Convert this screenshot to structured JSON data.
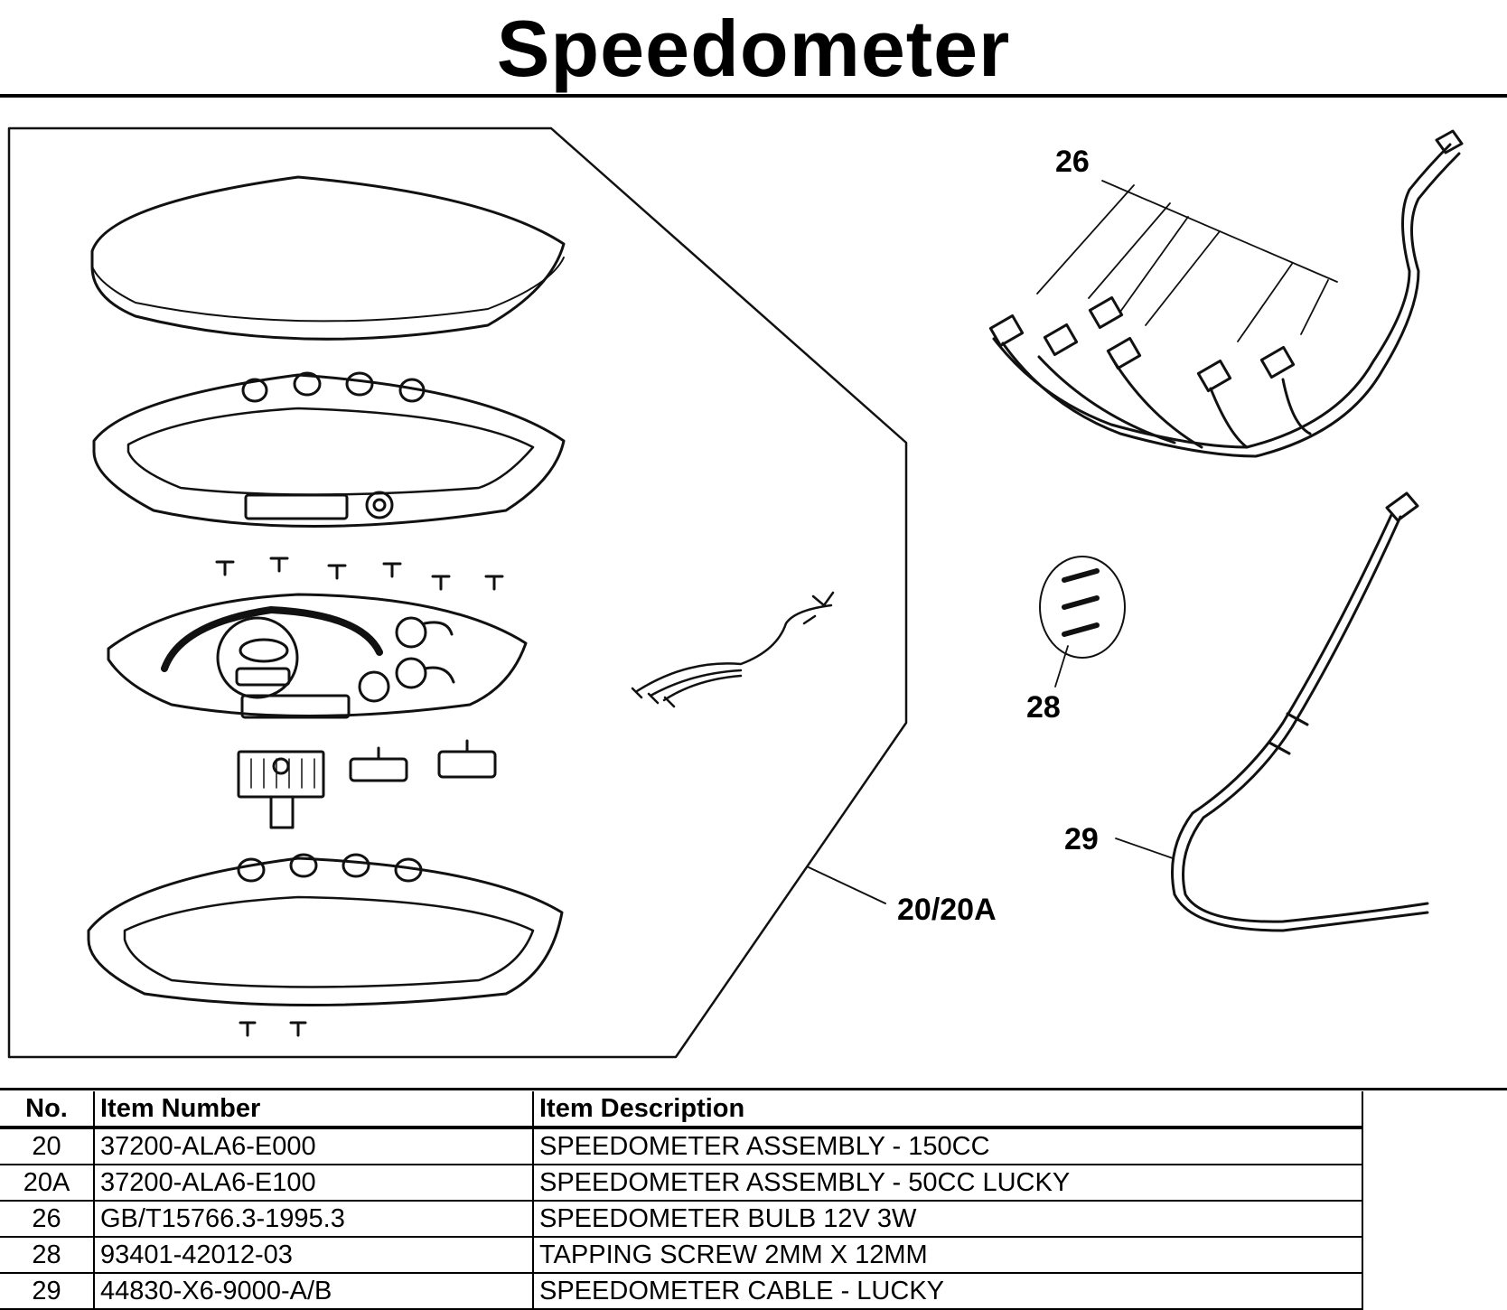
{
  "page": {
    "title": "Speedometer"
  },
  "callouts": [
    {
      "id": "c26",
      "text": "26"
    },
    {
      "id": "c28",
      "text": "28"
    },
    {
      "id": "c29",
      "text": "29"
    },
    {
      "id": "c20",
      "text": "20/20A"
    }
  ],
  "table": {
    "headers": {
      "no": "No.",
      "item_number": "Item Number",
      "item_description": "Item Description"
    },
    "rows": [
      {
        "no": "20",
        "item_number": "37200-ALA6-E000",
        "item_description": "SPEEDOMETER ASSEMBLY - 150CC"
      },
      {
        "no": "20A",
        "item_number": "37200-ALA6-E100",
        "item_description": "SPEEDOMETER ASSEMBLY - 50CC LUCKY"
      },
      {
        "no": "26",
        "item_number": "GB/T15766.3-1995.3",
        "item_description": "SPEEDOMETER BULB 12V 3W"
      },
      {
        "no": "28",
        "item_number": "93401-42012-03",
        "item_description": "TAPPING SCREW 2MM X 12MM"
      },
      {
        "no": "29",
        "item_number": "44830-X6-9000-A/B",
        "item_description": "SPEEDOMETER CABLE - LUCKY"
      }
    ]
  }
}
